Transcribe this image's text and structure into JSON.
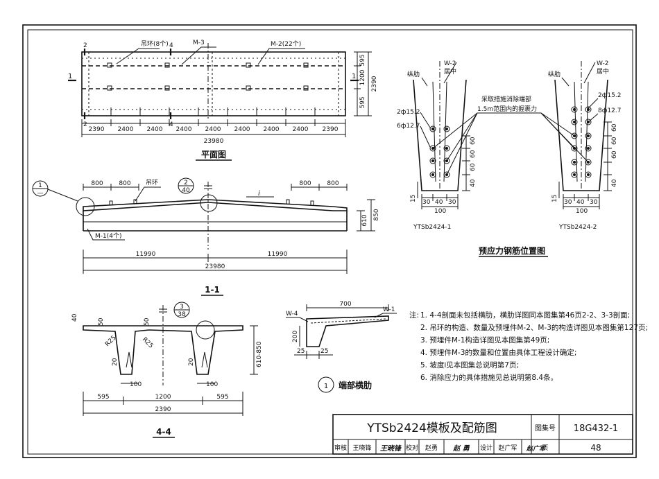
{
  "plan": {
    "title": "平面图",
    "label_lifting_rings": "吊环(8个)",
    "label_m3": "M-3",
    "label_m2": "M-2(22个)",
    "right_dims": [
      "595",
      "1200",
      "595"
    ],
    "right_total": "2390",
    "bottom_dims": [
      "2390",
      "2400",
      "2400",
      "2400",
      "2400",
      "2400",
      "2400",
      "2400",
      "2390"
    ],
    "bottom_total": "23980",
    "marks": {
      "two": "2",
      "four": "4",
      "one": "1"
    }
  },
  "section11": {
    "title": "1-1",
    "detail1": "1",
    "detail_bottom": "—",
    "detail2_top": "2",
    "detail2_bottom": "40",
    "dim_800": "800",
    "label_ring": "吊环",
    "slope": "i",
    "h610": "610",
    "h850": "850",
    "label_m1": "M-1(4个)",
    "half_left": "11990",
    "half_right": "11990",
    "total": "23980"
  },
  "section44": {
    "title": "4-4",
    "detail3_top": "3",
    "detail3_bottom": "38",
    "d40": "40",
    "d50": "50",
    "r25": "R25",
    "d20": "20",
    "d100": "100",
    "height": "610-850",
    "bottom_dims": [
      "595",
      "1200",
      "595"
    ],
    "bottom_total": "2390"
  },
  "end_rib": {
    "circle": "1",
    "title": "端部横肋",
    "w4": "W-4",
    "w1": "W-1",
    "d700": "700",
    "d200": "200",
    "d25": "25"
  },
  "prestress": {
    "title": "预应力钢筋位置图",
    "zonglei": "纵肋",
    "w2": "W-2",
    "center": "居中",
    "note_line1": "采取措施消除端部",
    "note_line2": "1.5m范围内的握裹力",
    "left_bars_a": "2ф15.2",
    "left_bars_b": "6ф12.7",
    "right_bars_a": "2ф15.2",
    "right_bars_b": "8ф12.7",
    "dims_vert": [
      "60",
      "60",
      "60",
      "40"
    ],
    "d15": "15",
    "bottom_dims": [
      "30",
      "40",
      "30"
    ],
    "bottom_total": "100",
    "left_name": "YTSb2424-1",
    "right_name": "YTSb2424-2"
  },
  "notes": {
    "prefix": "注:",
    "items": [
      "1. 4-4剖面未包括横肋，横肋详图同本图集第46页2-2、3-3剖面;",
      "2. 吊环的构造、数量及预埋件M-2、M-3的构造详图见本图集第127页;",
      "3. 预埋件M-1构造详图见本图集第49页;",
      "4. 预埋件M-3的数量和位置由具体工程设计确定;",
      "5. 坡度i见本图集总说明第7页;",
      "6. 消除应力的具体措施见总说明第8.4条。"
    ]
  },
  "titleblock": {
    "drawing_title": "YTSb2424模板及配筋图",
    "atlas_label": "图集号",
    "atlas_no": "18G432-1",
    "review": "审核",
    "reviewer": "王晓锋",
    "reviewer_sig": "王晓锋",
    "check": "校对",
    "checker": "赵勇",
    "checker_sig": "赵 勇",
    "design": "设计",
    "designer": "赵广军",
    "designer_sig": "赵广军",
    "page_label": "页",
    "page_no": "48"
  }
}
